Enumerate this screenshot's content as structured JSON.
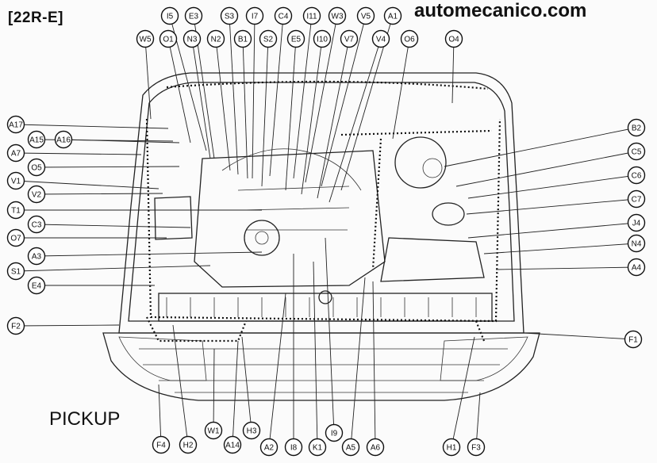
{
  "header": {
    "model_tag": "[22R-E]",
    "site_name": "automecanico.com"
  },
  "caption": "PICKUP",
  "connectors": {
    "top_row_1": [
      "I5",
      "E3",
      "S3",
      "I7",
      "C4",
      "I11",
      "W3",
      "V5",
      "A1"
    ],
    "top_row_2": [
      "W5",
      "O1",
      "N3",
      "N2",
      "B1",
      "S2",
      "E5",
      "I10",
      "V7",
      "V4",
      "O6",
      "O4"
    ],
    "left_side": [
      "A17",
      "A15",
      "A16",
      "A7",
      "O5",
      "V1",
      "V2",
      "T1",
      "C3",
      "O7",
      "A3",
      "S1",
      "E4",
      "F2"
    ],
    "right_side": [
      "B2",
      "C5",
      "C6",
      "C7",
      "J4",
      "N4",
      "A4",
      "F1"
    ],
    "bottom_row": [
      "F4",
      "H2",
      "W1",
      "A14",
      "H3",
      "A2",
      "I8",
      "K1",
      "I9",
      "A5",
      "A6",
      "H1",
      "F3"
    ]
  }
}
